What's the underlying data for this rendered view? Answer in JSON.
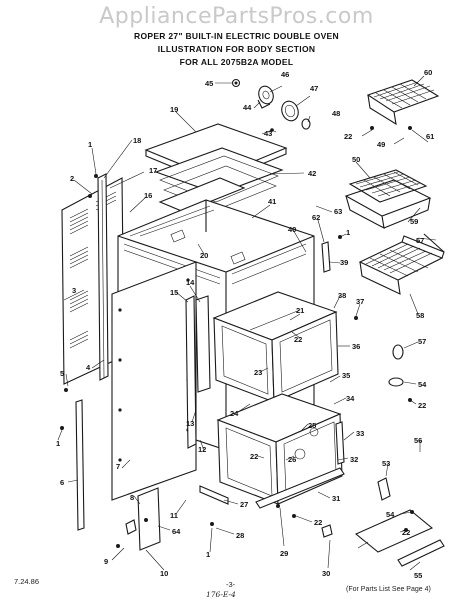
{
  "watermark": "AppliancePartsPros.com",
  "title": {
    "line1": "ROPER 27\" BUILT-IN ELECTRIC DOUBLE OVEN",
    "line2": "ILLUSTRATION FOR BODY SECTION",
    "line3": "FOR ALL 2075B2A MODEL"
  },
  "footer": {
    "date": "7.24.86",
    "page": "-3-",
    "handwritten": "176-E-4",
    "note": "(For Parts List See Page 4)"
  },
  "callouts": [
    {
      "label": "45"
    },
    {
      "label": "46"
    },
    {
      "label": "47"
    },
    {
      "label": "44"
    },
    {
      "label": "48"
    },
    {
      "label": "43"
    },
    {
      "label": "60"
    },
    {
      "label": "22"
    },
    {
      "label": "61"
    },
    {
      "label": "49"
    },
    {
      "label": "50"
    },
    {
      "label": "19"
    },
    {
      "label": "18"
    },
    {
      "label": "1"
    },
    {
      "label": "2"
    },
    {
      "label": "17"
    },
    {
      "label": "42"
    },
    {
      "label": "16"
    },
    {
      "label": "63"
    },
    {
      "label": "41"
    },
    {
      "label": "59"
    },
    {
      "label": "62"
    },
    {
      "label": "1"
    },
    {
      "label": "57"
    },
    {
      "label": "20"
    },
    {
      "label": "40"
    },
    {
      "label": "39"
    },
    {
      "label": "3"
    },
    {
      "label": "14"
    },
    {
      "label": "15"
    },
    {
      "label": "38"
    },
    {
      "label": "58"
    },
    {
      "label": "37"
    },
    {
      "label": "21"
    },
    {
      "label": "22"
    },
    {
      "label": "36"
    },
    {
      "label": "57"
    },
    {
      "label": "4"
    },
    {
      "label": "23"
    },
    {
      "label": "54"
    },
    {
      "label": "5"
    },
    {
      "label": "35"
    },
    {
      "label": "22"
    },
    {
      "label": "1"
    },
    {
      "label": "13"
    },
    {
      "label": "24"
    },
    {
      "label": "34"
    },
    {
      "label": "25"
    },
    {
      "label": "12"
    },
    {
      "label": "33"
    },
    {
      "label": "22"
    },
    {
      "label": "26"
    },
    {
      "label": "56"
    },
    {
      "label": "32"
    },
    {
      "label": "53"
    },
    {
      "label": "6"
    },
    {
      "label": "7"
    },
    {
      "label": "31"
    },
    {
      "label": "8"
    },
    {
      "label": "11"
    },
    {
      "label": "27"
    },
    {
      "label": "22"
    },
    {
      "label": "54"
    },
    {
      "label": "64"
    },
    {
      "label": "22"
    },
    {
      "label": "28"
    },
    {
      "label": "9"
    },
    {
      "label": "1"
    },
    {
      "label": "10"
    },
    {
      "label": "29"
    },
    {
      "label": "30"
    },
    {
      "label": "55"
    }
  ]
}
